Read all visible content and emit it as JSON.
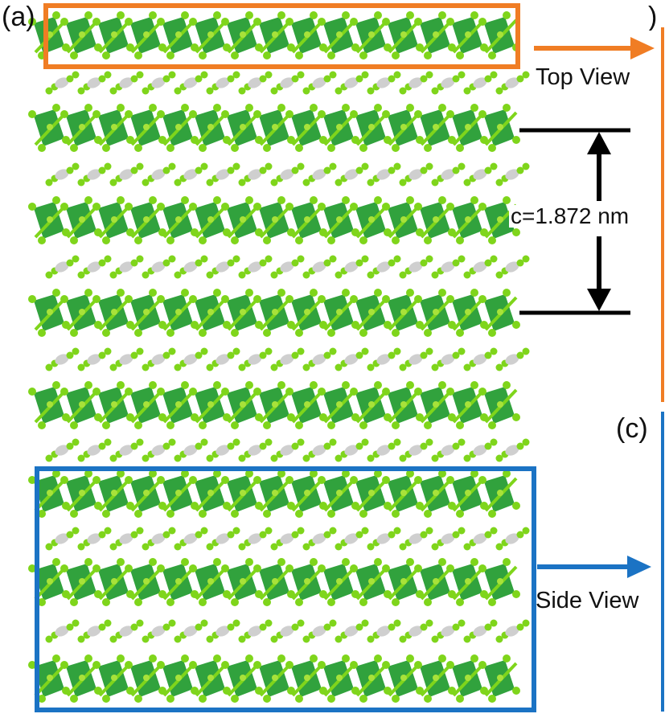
{
  "panels": {
    "a": "(a)",
    "b_partial": ")",
    "c": "(c)"
  },
  "annotations": {
    "top_view": "Top View",
    "side_view": "Side View",
    "lattice_c": "c=1.872 nm"
  },
  "colors": {
    "top_box": "#f07d24",
    "side_box": "#1b73c4",
    "atom_dark_green": "#1f9a2c",
    "atom_bright_green": "#7fd51b",
    "atom_light_green": "#a8e23a",
    "atom_grey": "#cfcfcf",
    "dimension_line": "#000000"
  },
  "icons": {
    "top_arrow": "arrow-right-icon",
    "side_arrow": "arrow-right-icon",
    "dimension_arrow": "double-headed-arrow-icon"
  }
}
